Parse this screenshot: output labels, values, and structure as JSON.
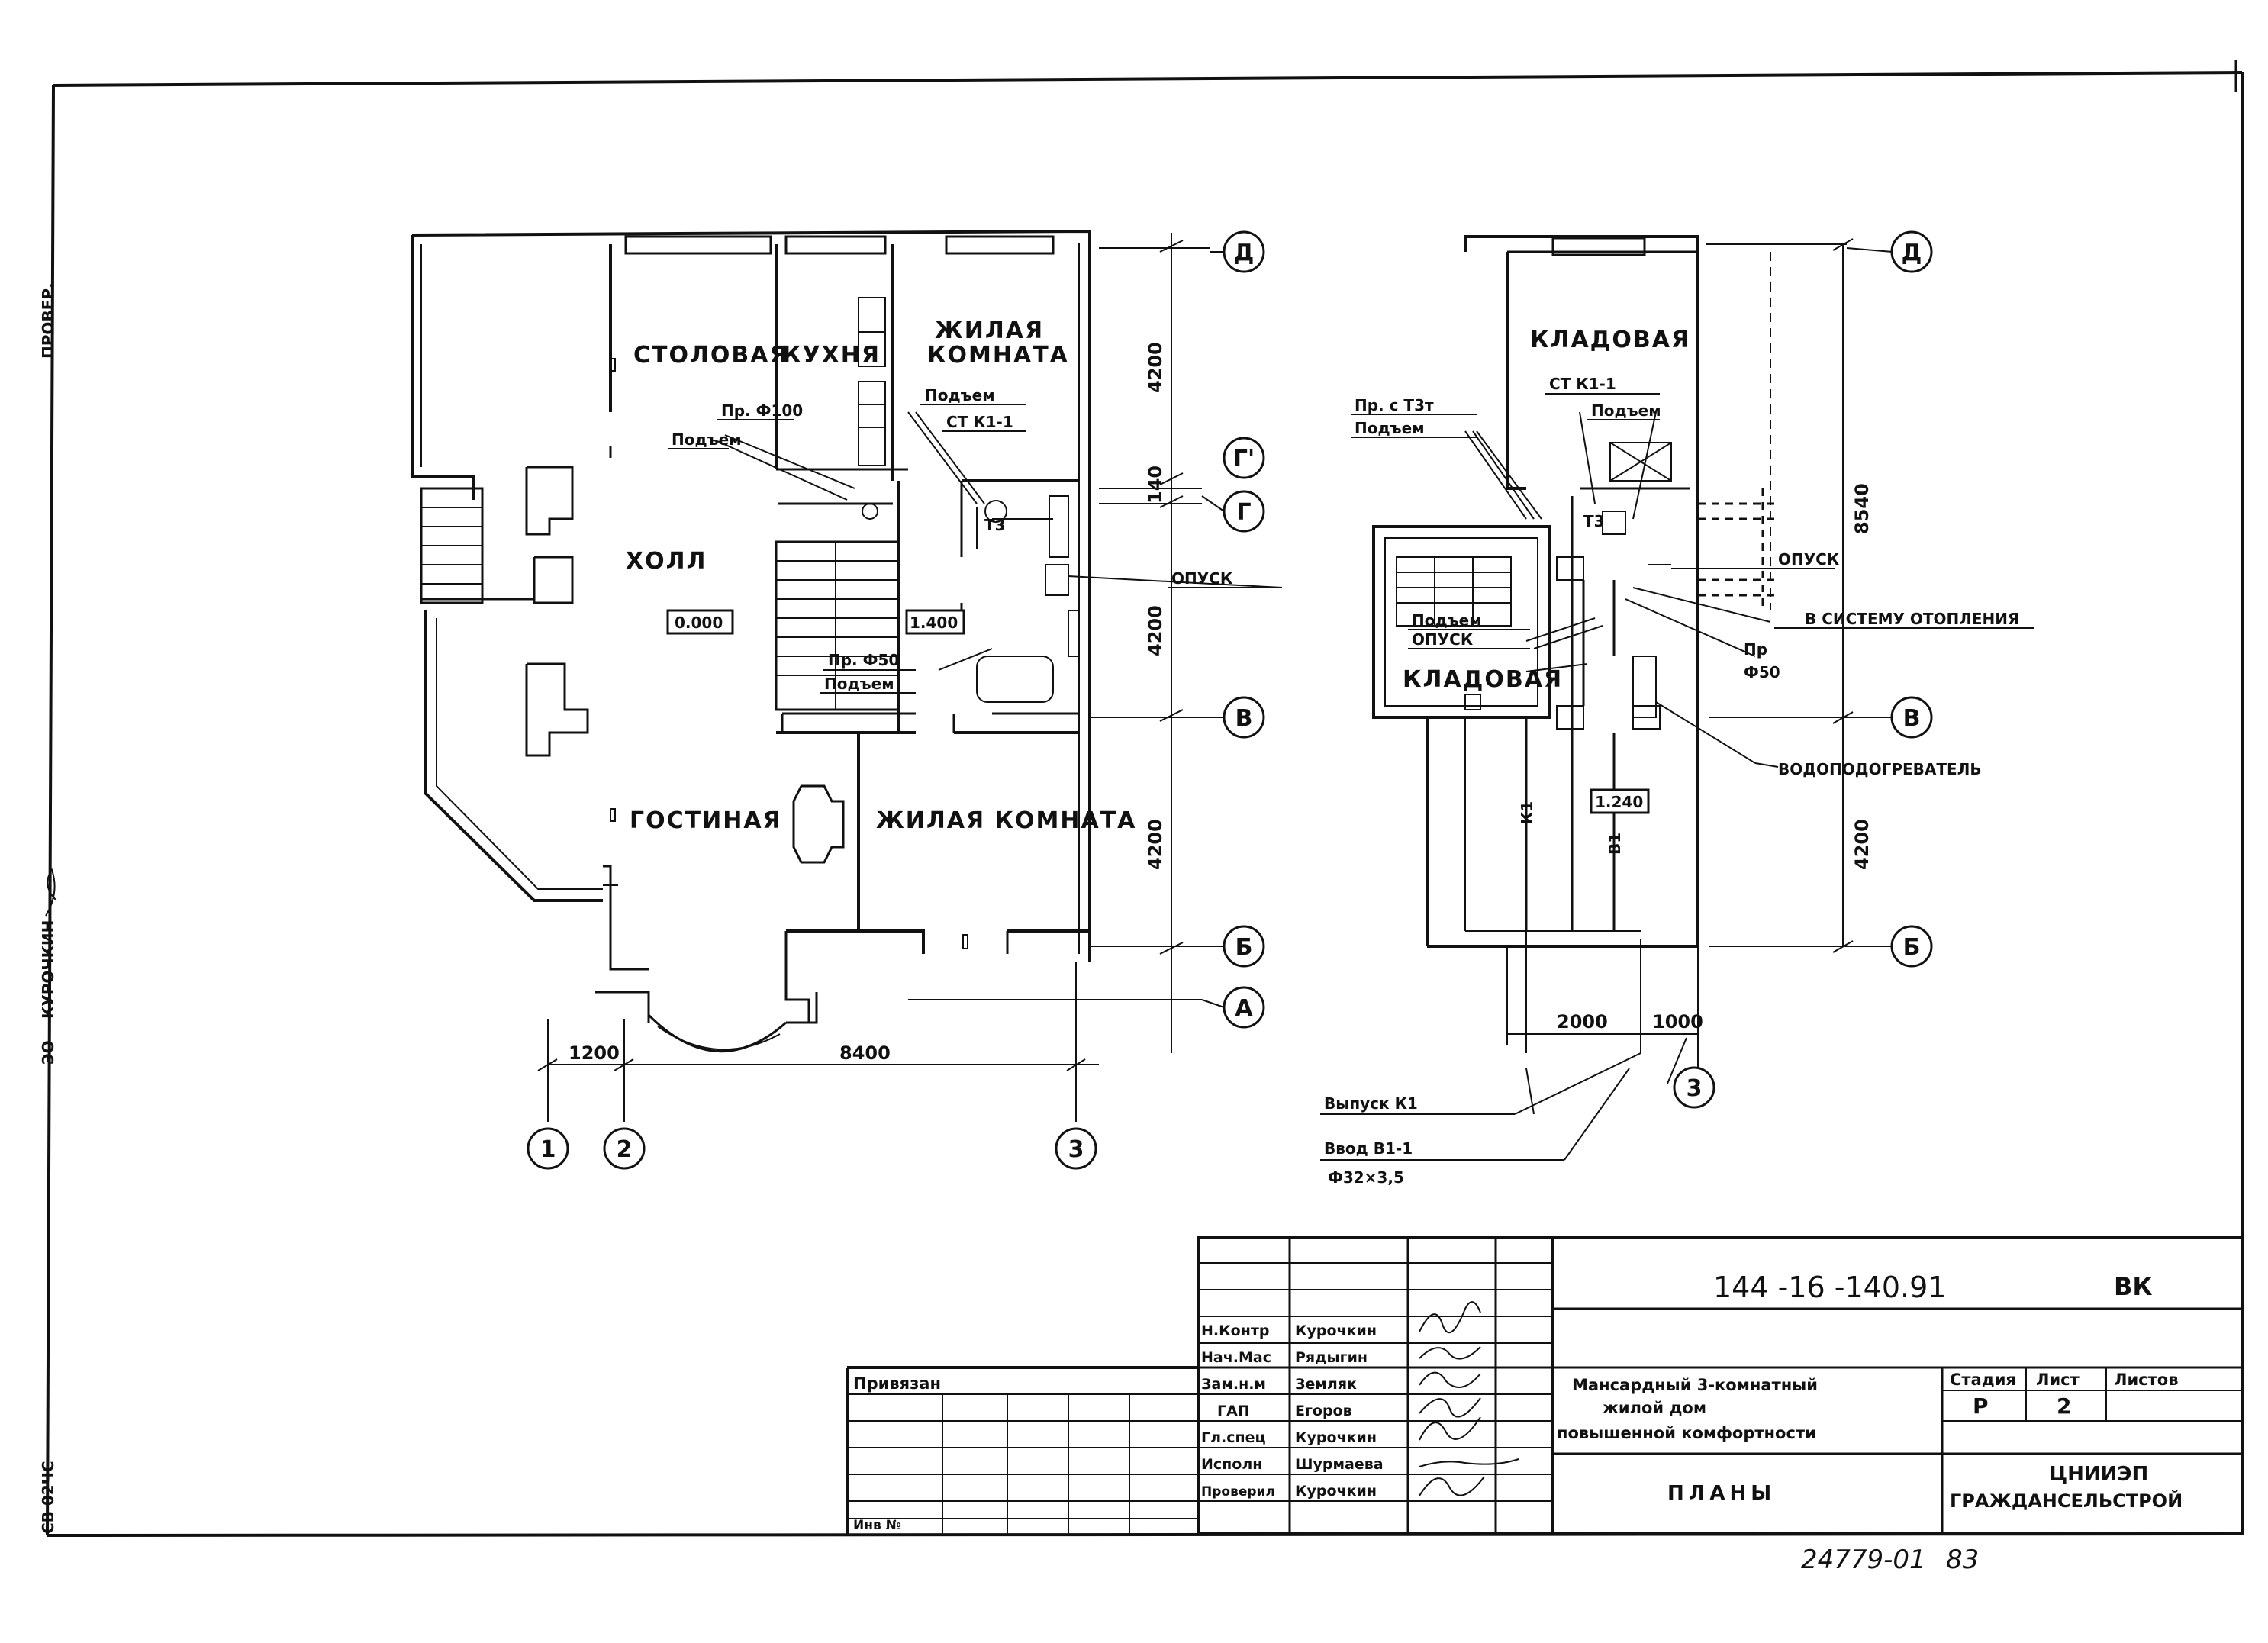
{
  "sheet": {
    "side_text": [
      "ЭО",
      "КУРОЧКИН",
      "ПРОВЕР."
    ],
    "bottom_left_code": "СВ 02ЧС",
    "stamp_code": "24779-01",
    "stamp_page": "83"
  },
  "plan1": {
    "rooms": {
      "dining": "СТОЛОВАЯ",
      "kitchen": "КУХНЯ",
      "living1_l1": "ЖИЛАЯ",
      "living1_l2": "КОМНАТА",
      "hall": "ХОЛЛ",
      "lounge": "ГОСТИНАЯ",
      "living2": "ЖИЛАЯ КОМНАТА"
    },
    "notes": {
      "pr100": "Пр. Ф100",
      "rise1": "Подъем",
      "rise2": "Подъем",
      "stk": "СТ К1-1",
      "descent": "ОПУСК",
      "pr50": "Пр. Ф50",
      "rise3": "Подъем",
      "t3": "Т3"
    },
    "levels": {
      "hall": "0.000",
      "bath": "1.400"
    },
    "dims": {
      "d1": "4200",
      "d2": "140",
      "d3": "4200",
      "d4": "4200",
      "w1": "1200",
      "w2": "8400"
    },
    "axes": {
      "D": "Д",
      "G1": "Г'",
      "G": "Г",
      "V": "В",
      "B": "Б",
      "A": "А",
      "n1": "1",
      "n2": "2",
      "n3": "3"
    }
  },
  "plan2": {
    "rooms": {
      "storage1": "КЛАДОВАЯ",
      "storage2": "КЛАДОВАЯ"
    },
    "notes": {
      "pr_t3": "Пр. с Т3т",
      "rise": "Подъем",
      "stk": "СТ К1-1",
      "rise2": "Подъем",
      "descent": "ОПУСК",
      "heating": "В СИСТЕМУ ОТОПЛЕНИЯ",
      "pr": "Пр",
      "f50": "Ф50",
      "rise3": "Подъем",
      "descent2": "ОПУСК",
      "heater": "ВОДОПОДОГРЕВАТЕЛЬ",
      "outlet": "Выпуск К1",
      "inlet": "Ввод В1-1",
      "pipe": "Ф32×3,5",
      "k1": "К1",
      "b1": "В1",
      "t3": "Т3"
    },
    "levels": {
      "l1": "1.240"
    },
    "dims": {
      "h1": "8540",
      "h2": "4200",
      "w1": "2000",
      "w2": "1000"
    },
    "axes": {
      "D": "Д",
      "V": "В",
      "B": "Б",
      "n3": "3"
    }
  },
  "titleblock": {
    "code": "144 -16 -140.91",
    "mark": "ВК",
    "project_l1": "Мансардный 3-комнатный",
    "project_l2": "жилой дом",
    "project_l3": "повышенной комфортности",
    "sheet_title": "ПЛАНЫ",
    "stage_h": "Стадия",
    "sheet_h": "Лист",
    "sheets_h": "Листов",
    "stage_v": "Р",
    "sheet_v": "2",
    "org_l1": "ЦНИИЭП",
    "org_l2": "ГРАЖДАНСЕЛЬСТРОЙ",
    "privyazan": "Привязан",
    "inv": "Инв №",
    "roles": [
      {
        "role": "Н.Контр",
        "name": "Курочкин"
      },
      {
        "role": "Нач.Мас",
        "name": "Рядыгин"
      },
      {
        "role": "Зам.н.м",
        "name": "Земляк"
      },
      {
        "role": "ГАП",
        "name": "Егоров"
      },
      {
        "role": "Гл.спец",
        "name": "Курочкин"
      },
      {
        "role": "Исполн",
        "name": "Шурмаева"
      },
      {
        "role": "Проверил",
        "name": "Курочкин"
      }
    ]
  }
}
